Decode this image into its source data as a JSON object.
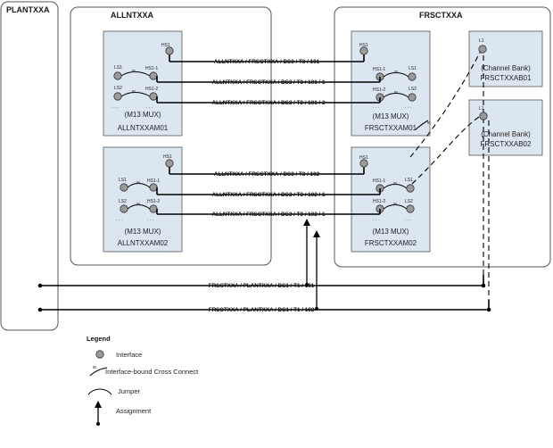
{
  "sites": {
    "plantxxa": "PLANTXXA",
    "allntxxa": "ALLNTXXA",
    "frsctxxa": "FRSCTXXA"
  },
  "devices": {
    "allntxxam01": {
      "type": "(M13 MUX)",
      "name": "ALLNTXXAM01"
    },
    "allntxxam02": {
      "type": "(M13 MUX)",
      "name": "ALLNTXXAM02"
    },
    "frsctxxam01": {
      "type": "(M13 MUX)",
      "name": "FRSCTXXAM01"
    },
    "frsctxxam02": {
      "type": "(M13 MUX)",
      "name": "FRSCTXXAM02"
    },
    "frsctxxab01": {
      "type": "(Channel Bank)",
      "name": "FRSCTXXAB01"
    },
    "frsctxxab02": {
      "type": "(Channel Bank)",
      "name": "FRSCTXXAB02"
    }
  },
  "ports": {
    "hs1": "HS1",
    "hs1_1": "HS1-1",
    "hs1_2": "HS1-2",
    "ls1": "LS1",
    "ls2": "LS2",
    "ib": "IB",
    "l1": "L1",
    "dots": ". . ."
  },
  "circuits": {
    "c1": "ALLNTXXA / FRSCTXXA / DS3 / T3 / 101",
    "c2": "ALLNTXXA / FRSCTXXA / DS3 / T3 / 101 / 1",
    "c3": "ALLNTXXA / FRSCTXXA / DS3 / T3 / 101 / 2",
    "c4": "ALLNTXXA / FRSCTXXA / DS3 / T3 / 102",
    "c5": "ALLNTXXA / FRSCTXXA / DS3 / T3 / 102 / 1",
    "c6": "ALLNTXXA / FRSCTXXA / DS3 / T3 / 102 / 1",
    "c7": "FRSCTXXA / PLANTXXA / DS1 / T1 / 101",
    "c8": "FRSCTXXA / PLANTXXA / DS1 / T1 / 102"
  },
  "legend": {
    "title": "Legend",
    "interface": "Interface",
    "cross_connect": "Interface-bound Cross Connect",
    "jumper": "Jumper",
    "assignment": "Assignment"
  },
  "colors": {
    "device_fill": "#dce6f1",
    "interface_fill": "#9a9a9a",
    "line": "#000000"
  }
}
